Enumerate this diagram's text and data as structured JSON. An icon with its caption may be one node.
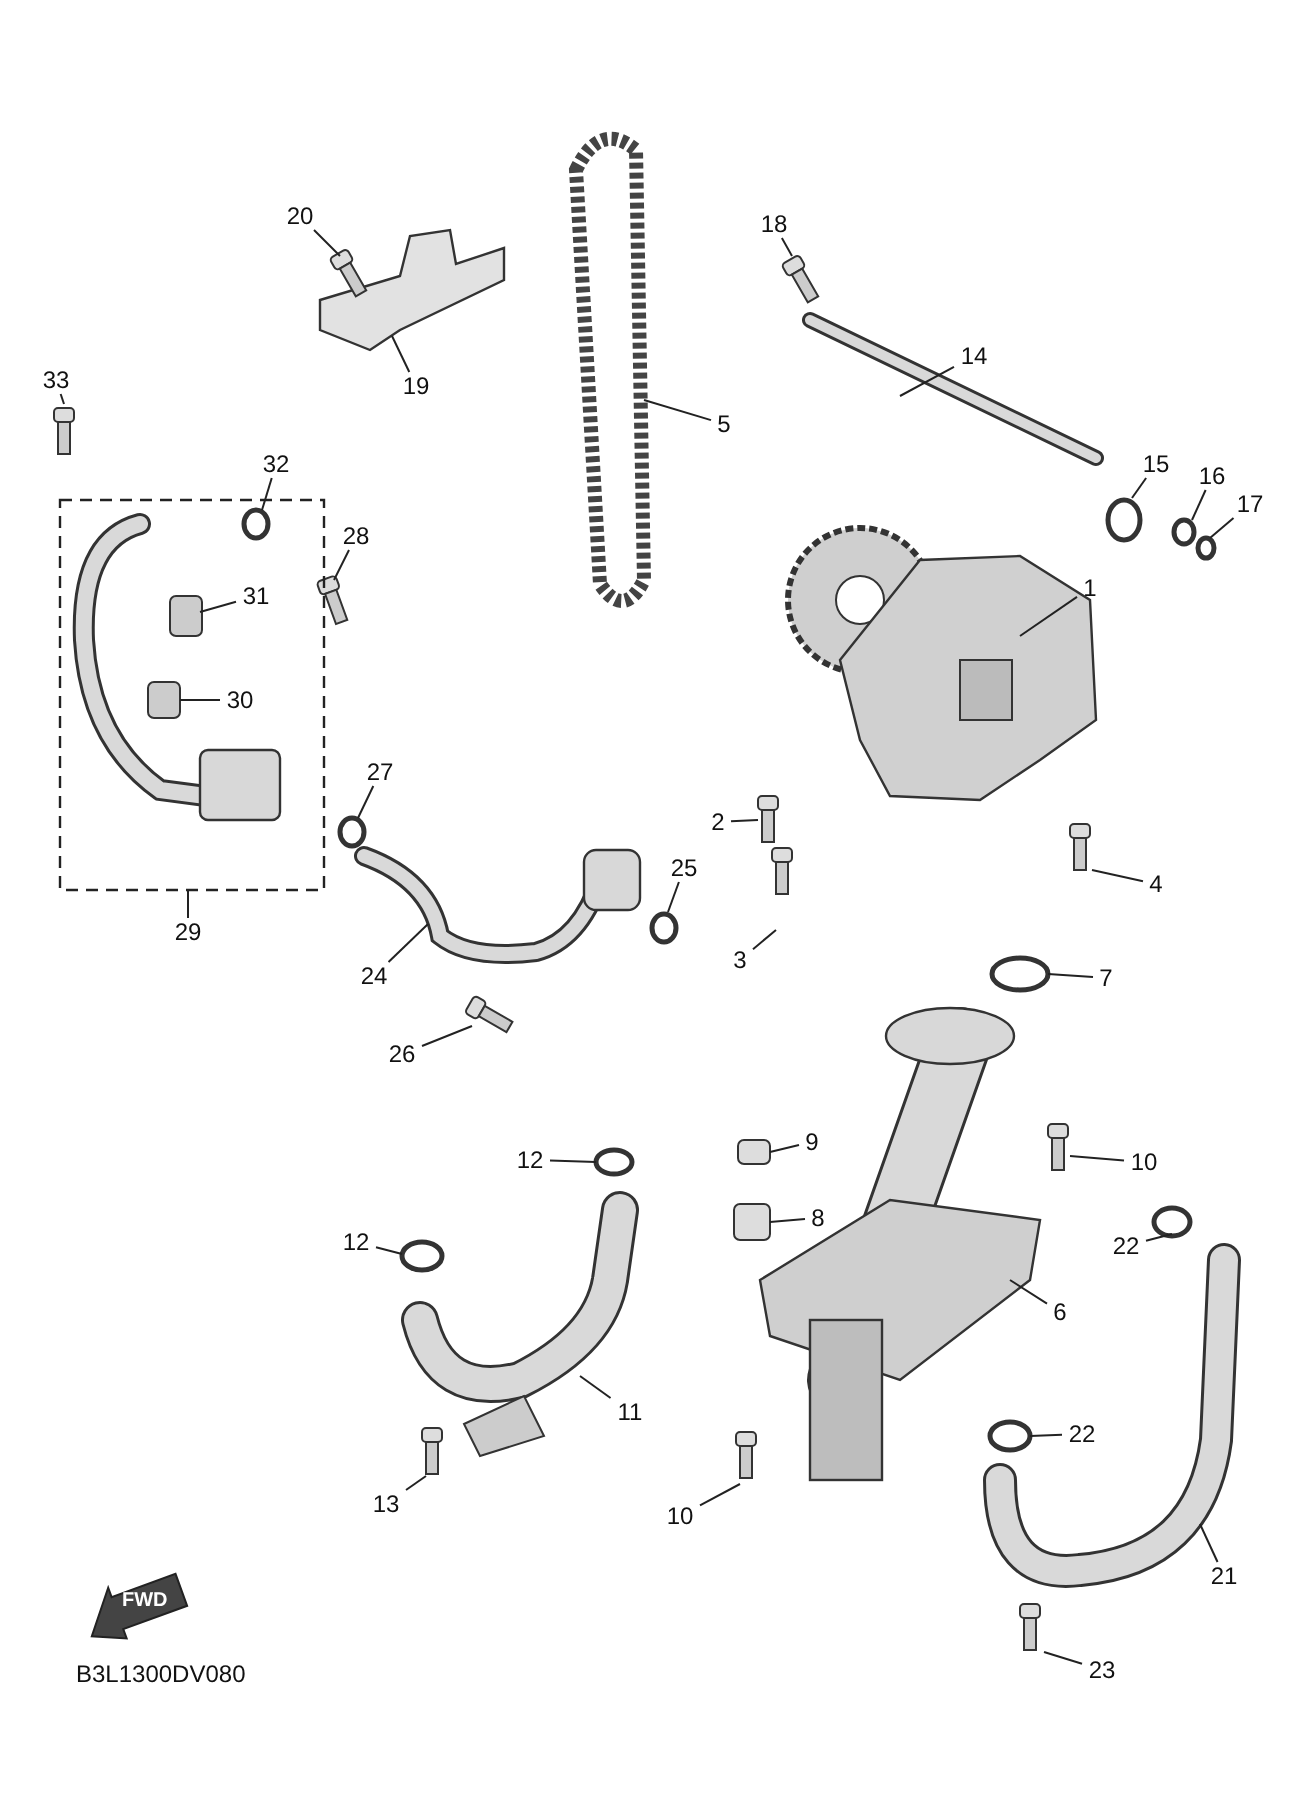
{
  "diagram": {
    "nodes": [
      {
        "text": [
          "20"
        ]
      },
      {
        "text": [
          "18"
        ]
      },
      {
        "text": [
          "33"
        ]
      },
      {
        "text": [
          "14"
        ]
      },
      {
        "text": [
          "19"
        ]
      },
      {
        "text": [
          "5"
        ]
      },
      {
        "text": [
          "32"
        ]
      },
      {
        "text": [
          "15"
        ]
      },
      {
        "text": [
          "16"
        ]
      },
      {
        "text": [
          "17"
        ]
      },
      {
        "text": [
          "28"
        ]
      },
      {
        "text": [
          "1"
        ]
      },
      {
        "text": [
          "31"
        ]
      },
      {
        "text": [
          "30"
        ]
      },
      {
        "text": [
          "27"
        ]
      },
      {
        "text": [
          "2"
        ]
      },
      {
        "text": [
          "4"
        ]
      },
      {
        "text": [
          "25"
        ]
      },
      {
        "text": [
          "29"
        ]
      },
      {
        "text": [
          "24"
        ]
      },
      {
        "text": [
          "3"
        ]
      },
      {
        "text": [
          "7"
        ]
      },
      {
        "text": [
          "26"
        ]
      },
      {
        "text": [
          "12"
        ]
      },
      {
        "text": [
          "9"
        ]
      },
      {
        "text": [
          "10"
        ]
      },
      {
        "text": [
          "8"
        ]
      },
      {
        "text": [
          "12"
        ]
      },
      {
        "text": [
          "22"
        ]
      },
      {
        "text": [
          "6"
        ]
      },
      {
        "text": [
          "11"
        ]
      },
      {
        "text": [
          "22"
        ]
      },
      {
        "text": [
          "13"
        ]
      },
      {
        "text": [
          "10"
        ]
      },
      {
        "text": [
          "21"
        ]
      },
      {
        "text": [
          "23"
        ]
      }
    ],
    "edges": [
      {
        "from": 0,
        "to": null,
        "arrow": "none"
      },
      {
        "from": 1,
        "to": null,
        "arrow": "none"
      },
      {
        "from": 2,
        "to": null,
        "arrow": "none"
      },
      {
        "from": 3,
        "to": null,
        "arrow": "none"
      },
      {
        "from": 4,
        "to": null,
        "arrow": "none"
      },
      {
        "from": 5,
        "to": null,
        "arrow": "none"
      },
      {
        "from": 6,
        "to": null,
        "arrow": "none"
      },
      {
        "from": 7,
        "to": null,
        "arrow": "none"
      },
      {
        "from": 8,
        "to": null,
        "arrow": "none"
      },
      {
        "from": 9,
        "to": null,
        "arrow": "none"
      },
      {
        "from": 10,
        "to": null,
        "arrow": "none"
      },
      {
        "from": 11,
        "to": null,
        "arrow": "none"
      },
      {
        "from": 12,
        "to": null,
        "arrow": "none"
      },
      {
        "from": 13,
        "to": null,
        "arrow": "none"
      },
      {
        "from": 14,
        "to": null,
        "arrow": "none"
      },
      {
        "from": 15,
        "to": null,
        "arrow": "none"
      },
      {
        "from": 16,
        "to": null,
        "arrow": "none"
      },
      {
        "from": 17,
        "to": null,
        "arrow": "none"
      },
      {
        "from": 18,
        "to": null,
        "arrow": "none"
      },
      {
        "from": 19,
        "to": null,
        "arrow": "none"
      },
      {
        "from": 20,
        "to": null,
        "arrow": "none"
      },
      {
        "from": 21,
        "to": null,
        "arrow": "none"
      },
      {
        "from": 22,
        "to": null,
        "arrow": "none"
      },
      {
        "from": 23,
        "to": null,
        "arrow": "none"
      },
      {
        "from": 24,
        "to": null,
        "arrow": "none"
      },
      {
        "from": 25,
        "to": null,
        "arrow": "none"
      },
      {
        "from": 26,
        "to": null,
        "arrow": "none"
      },
      {
        "from": 27,
        "to": null,
        "arrow": "none"
      },
      {
        "from": 28,
        "to": null,
        "arrow": "none"
      },
      {
        "from": 29,
        "to": null,
        "arrow": "none"
      },
      {
        "from": 30,
        "to": null,
        "arrow": "none"
      },
      {
        "from": 31,
        "to": null,
        "arrow": "none"
      },
      {
        "from": 32,
        "to": null,
        "arrow": "none"
      },
      {
        "from": 33,
        "to": null,
        "arrow": "none"
      },
      {
        "from": 34,
        "to": null,
        "arrow": "none"
      },
      {
        "from": 35,
        "to": null,
        "arrow": "none"
      }
    ],
    "labels": [
      "FWD",
      "B3L1300DV080"
    ]
  }
}
